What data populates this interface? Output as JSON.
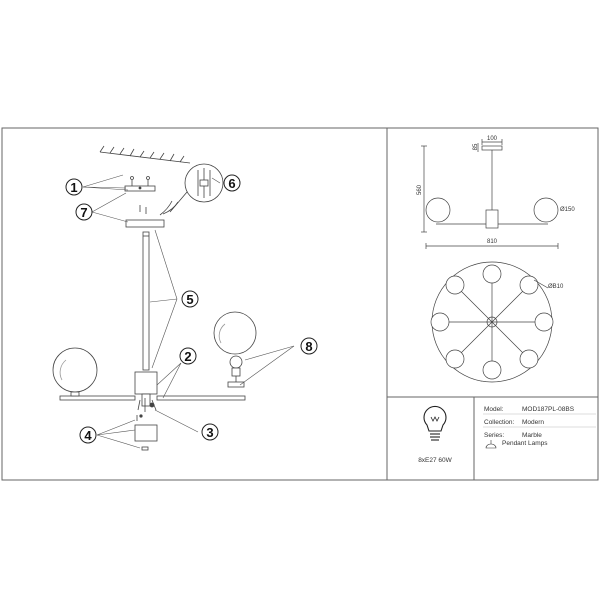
{
  "callouts": [
    "1",
    "2",
    "3",
    "4",
    "5",
    "6",
    "7",
    "8"
  ],
  "dimensions": {
    "canopy_width": "100",
    "canopy_height": "85",
    "total_height": "560",
    "globe_diameter": "Ø150",
    "total_width": "810",
    "top_view_diameter": "ØB10"
  },
  "info": {
    "model_label": "Model:",
    "model_value": "MOD187PL-08BS",
    "collection_label": "Collection:",
    "collection_value": "Modern",
    "series_label": "Series:",
    "series_value": "Marble",
    "type_value": "Pendant Lamps",
    "bulb_spec": "8xE27 60W"
  }
}
